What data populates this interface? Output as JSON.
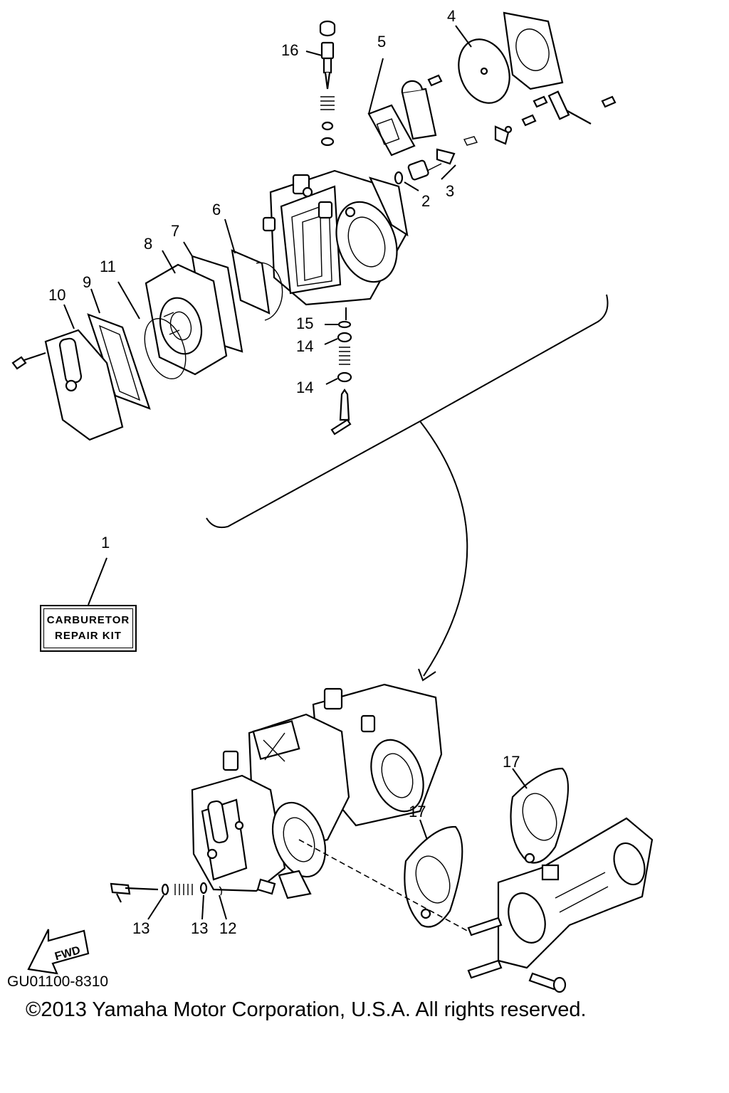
{
  "callouts": {
    "c1": "1",
    "c2": "2",
    "c3": "3",
    "c4": "4",
    "c5": "5",
    "c6": "6",
    "c7": "7",
    "c8": "8",
    "c9": "9",
    "c10": "10",
    "c11": "11",
    "c12": "12",
    "c13a": "13",
    "c13b": "13",
    "c14a": "14",
    "c14b": "14",
    "c15": "15",
    "c16": "16",
    "c17a": "17",
    "c17b": "17"
  },
  "kit": {
    "line1": "CARBURETOR",
    "line2": "REPAIR KIT"
  },
  "fwd": "FWD",
  "ref_code": "GU01100-8310",
  "copyright": "©2013 Yamaha Motor Corporation, U.S.A. All rights reserved."
}
